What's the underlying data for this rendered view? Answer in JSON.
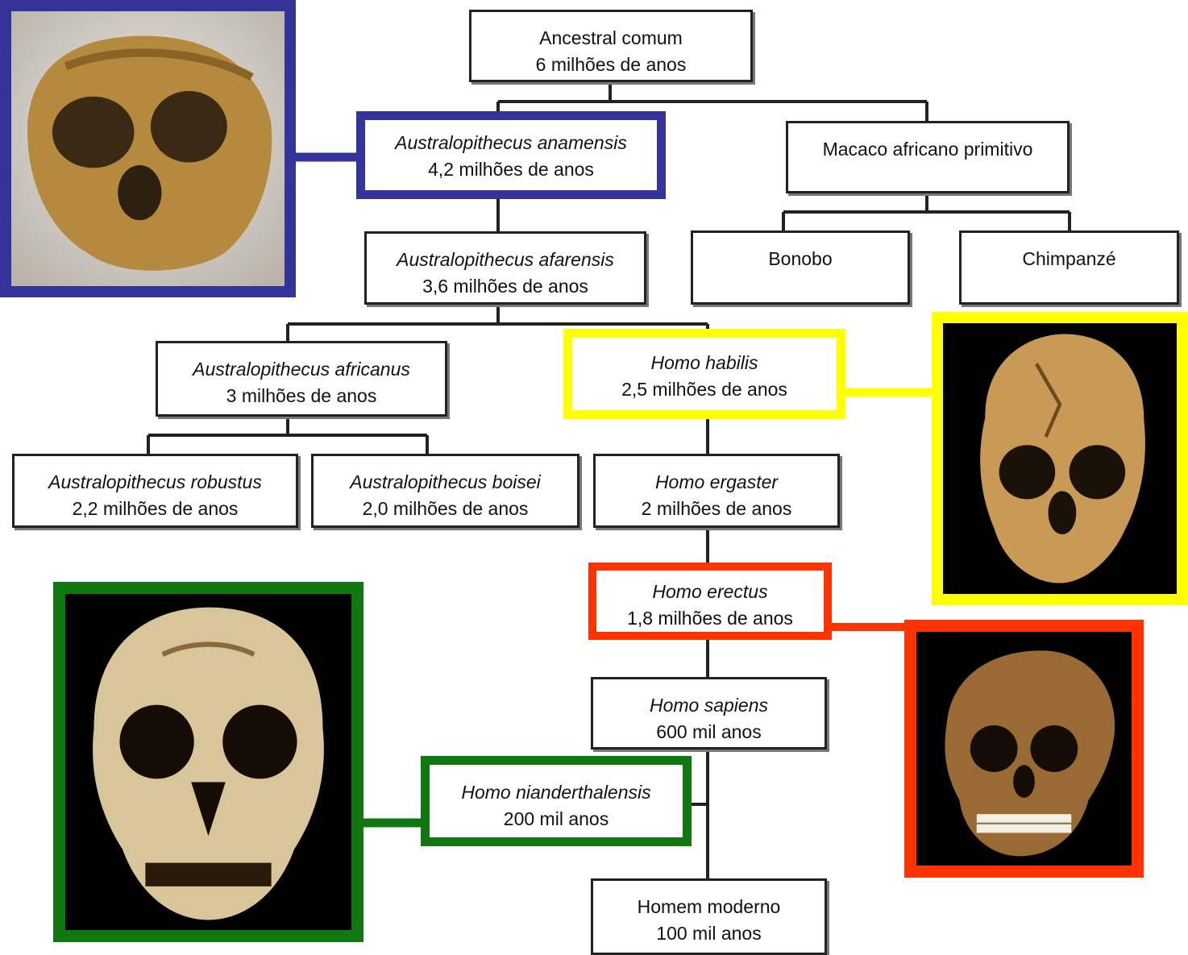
{
  "nodes": {
    "ancestral": {
      "line1": "Ancestral comum",
      "line2": "6 milhões de anos"
    },
    "anamensis": {
      "line1": "Australopithecus anamensis",
      "line2": "4,2 milhões de anos"
    },
    "macaco": {
      "line1": "Macaco africano primitivo",
      "line2": ""
    },
    "afarensis": {
      "line1": "Australopithecus afarensis",
      "line2": "3,6 milhões de anos"
    },
    "bonobo": {
      "line1": "Bonobo",
      "line2": ""
    },
    "chimpanze": {
      "line1": "Chimpanzé",
      "line2": ""
    },
    "africanus": {
      "line1": "Australopithecus africanus",
      "line2": "3 milhões de anos"
    },
    "habilis": {
      "line1": "Homo habilis",
      "line2": "2,5 milhões de anos"
    },
    "robustus": {
      "line1": "Australopithecus robustus",
      "line2": "2,2 milhões de anos"
    },
    "boisei": {
      "line1": "Australopithecus boisei",
      "line2": "2,0 milhões de anos"
    },
    "ergaster": {
      "line1": "Homo ergaster",
      "line2": "2 milhões de anos"
    },
    "erectus": {
      "line1": "Homo erectus",
      "line2": "1,8 milhões de anos"
    },
    "sapiens": {
      "line1": "Homo sapiens",
      "line2": "600 mil anos"
    },
    "neanderthalensis": {
      "line1": "Homo nianderthalensis",
      "line2": "200 mil anos"
    },
    "moderno": {
      "line1": "Homem moderno",
      "line2": "100 mil anos"
    }
  },
  "colors": {
    "anamensis": "#333399",
    "habilis": "#ffff00",
    "erectus": "#ff3300",
    "neanderthalensis": "#117711"
  },
  "photos": {
    "anamensis": "skull-photo",
    "habilis": "skull-photo",
    "erectus": "skull-photo",
    "neanderthalensis": "skull-photo"
  }
}
